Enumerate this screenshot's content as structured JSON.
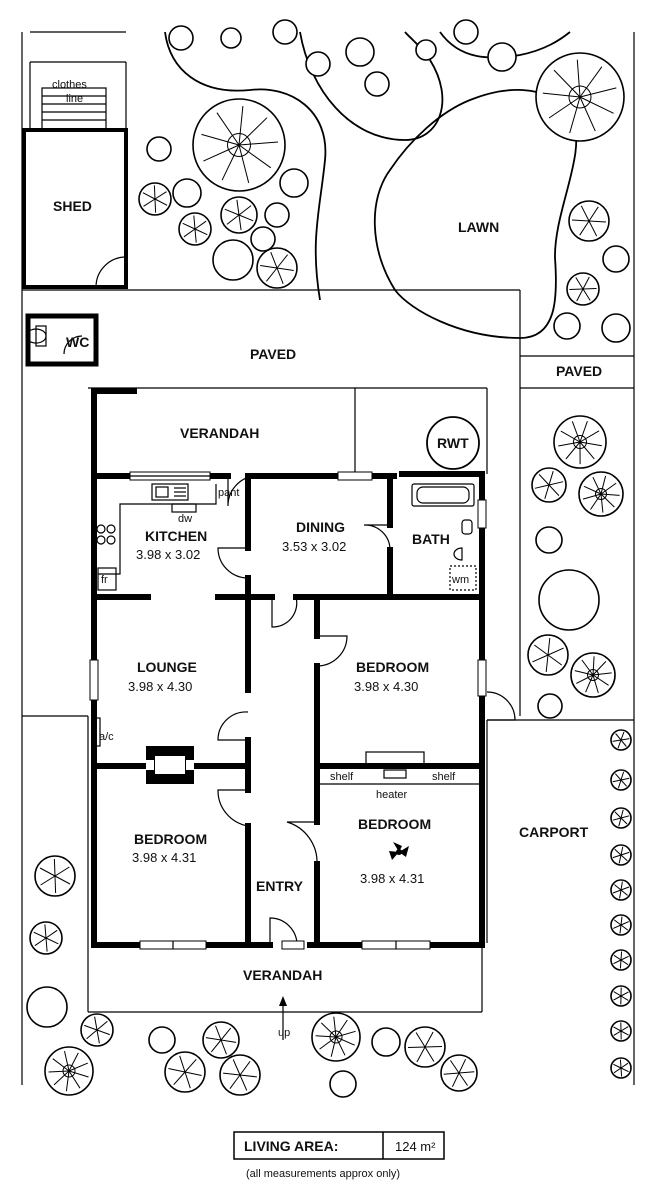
{
  "labels": {
    "shed": "SHED",
    "clothes_line_1": "clothes",
    "clothes_line_2": "line",
    "wc": "WC",
    "paved_main": "PAVED",
    "paved_side": "PAVED",
    "lawn": "LAWN",
    "verandah_back": "VERANDAH",
    "rwt": "RWT",
    "kitchen": "KITCHEN",
    "kitchen_dim": "3.98 x 3.02",
    "pant": "pant",
    "dw": "dw",
    "fr": "fr",
    "dining": "DINING",
    "dining_dim": "3.53 x 3.02",
    "bath": "BATH",
    "wm": "wm",
    "lounge": "LOUNGE",
    "lounge_dim": "3.98 x 4.30",
    "ac": "a/c",
    "bedroom1": "BEDROOM",
    "bedroom1_dim": "3.98 x 4.30",
    "shelf_left": "shelf",
    "shelf_right": "shelf",
    "heater": "heater",
    "bedroom2": "BEDROOM",
    "bedroom2_dim": "3.98 x 4.31",
    "bedroom3": "BEDROOM",
    "bedroom3_dim": "3.98 x 4.31",
    "entry": "ENTRY",
    "carport": "CARPORT",
    "verandah_front": "VERANDAH",
    "up": "up"
  },
  "summary": {
    "living_area_label": "LIVING AREA:",
    "living_area_value": "124 m²",
    "note": "(all measurements approx only)"
  },
  "trees": {
    "count_note": ""
  }
}
